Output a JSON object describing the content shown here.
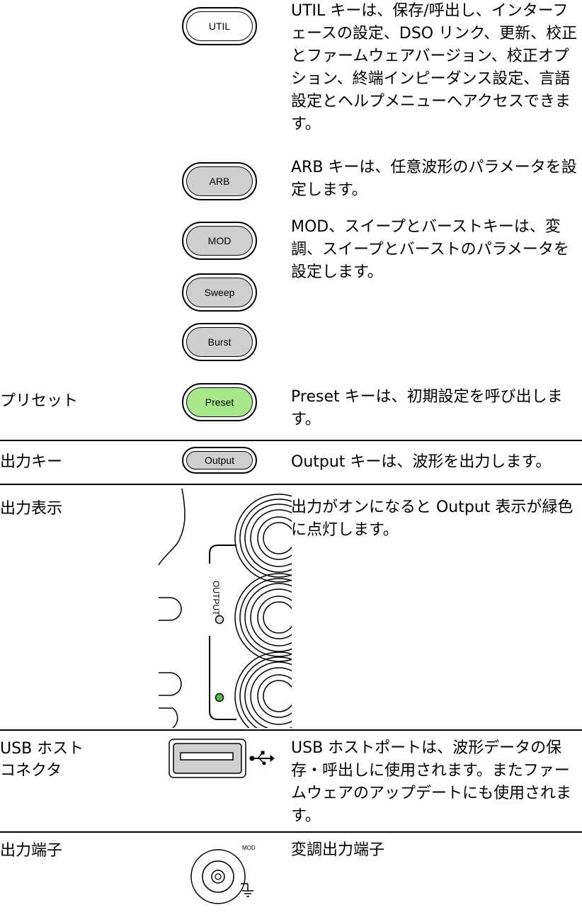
{
  "rows": {
    "util": {
      "key_label": "UTIL",
      "description": "UTIL キーは、保存/呼出し、インターフェースの設定、DSO リンク、更新、校正とファームウェアバージョン、校正オプション、終端インピーダンス設定、言語設定とヘルプメニューへアクセスできます。"
    },
    "arb": {
      "key_label": "ARB",
      "description": "ARB キーは、任意波形のパラメータを設定します。"
    },
    "mod_group": {
      "keys": [
        "MOD",
        "Sweep",
        "Burst"
      ],
      "description": "MOD、スイープとバーストキーは、変調、スイープとバーストのパラメータを設定します。"
    },
    "preset": {
      "label": "プリセット",
      "key_label": "Preset",
      "description": "Preset キーは、初期設定を呼び出します。"
    },
    "output_key": {
      "label": "出力キー",
      "key_label": "Output",
      "description": "Output キーは、波形を出力します。"
    },
    "output_indicator": {
      "label": "出力表示",
      "panel_text": "OUTPUT",
      "description": "出力がオンになると Output 表示が緑色に点灯します。"
    },
    "usb": {
      "label": "USB ホスト\nコネクタ",
      "description": "USB ホストポートは、波形データの保存・呼出しに使用されます。またファームウェアのアップデートにも使用されます。"
    },
    "output_terminal": {
      "label": "出力端子",
      "terminal_text": "MOD",
      "description": "変調出力端子"
    }
  },
  "colors": {
    "key_gray": "#cfcfcf",
    "key_green": "#a6e88a",
    "led_green": "#4cc43a"
  }
}
